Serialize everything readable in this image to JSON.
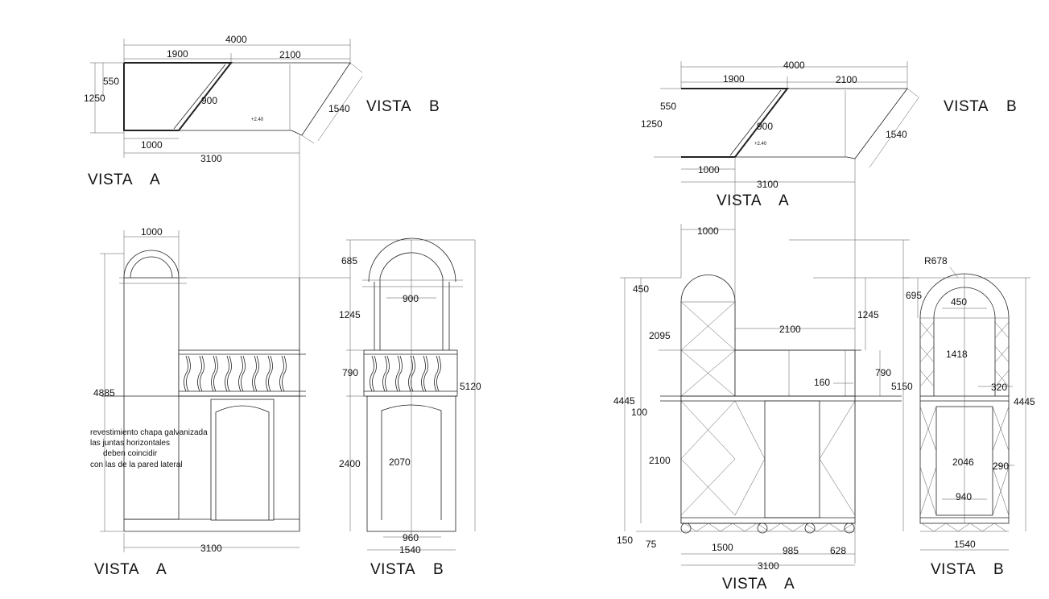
{
  "left": {
    "plan": {
      "dims": {
        "total": "4000",
        "a": "1900",
        "b": "2100",
        "h1": "550",
        "h2": "1250",
        "diag": "900",
        "side": "1540",
        "c": "1000",
        "d": "3100"
      },
      "level": "+2.40",
      "vista_a": "VISTA    A",
      "vista_b": "VISTA    B"
    },
    "elev_a": {
      "dims": {
        "top": "1000",
        "height": "4885",
        "width": "3100"
      },
      "note": [
        "revestimiento chapa galvanizada",
        "las juntas horizontales",
        "deben coincidir",
        "con las de la pared lateral"
      ],
      "label": "VISTA    A"
    },
    "elev_b": {
      "dims": {
        "d685": "685",
        "d900": "900",
        "d1245": "1245",
        "d790": "790",
        "d2400": "2400",
        "d2070": "2070",
        "d5120": "5120",
        "d960": "960",
        "d1540": "1540"
      },
      "label": "VISTA    B"
    }
  },
  "right": {
    "plan": {
      "dims": {
        "total": "4000",
        "a": "1900",
        "b": "2100",
        "h1": "550",
        "h2": "1250",
        "diag": "900",
        "side": "1540",
        "c": "1000",
        "d": "3100"
      },
      "level": "+2.40",
      "vista_a": "VISTA    A",
      "vista_b": "VISTA    B"
    },
    "elev_a": {
      "dims": {
        "d1000": "1000",
        "d450": "450",
        "d2095": "2095",
        "d4445": "4445",
        "d100": "100",
        "d2100v": "2100",
        "d150": "150",
        "d75": "75",
        "d2100h": "2100",
        "d1245": "1245",
        "d160": "160",
        "d790": "790",
        "d5150": "5150",
        "d1500": "1500",
        "d985": "985",
        "d628": "628",
        "d3100": "3100"
      },
      "label": "VISTA    A"
    },
    "elev_b": {
      "dims": {
        "r": "R678",
        "d695": "695",
        "d450": "450",
        "d1418": "1418",
        "d320": "320",
        "d4445": "4445",
        "d2046": "2046",
        "d290": "290",
        "d940": "940",
        "d1540": "1540"
      },
      "label": "VISTA    B"
    }
  }
}
